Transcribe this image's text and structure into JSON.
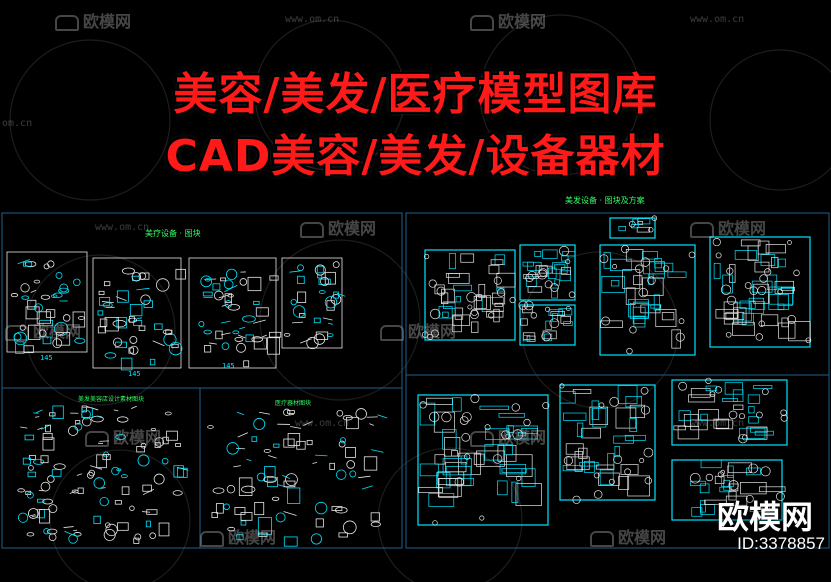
{
  "headline": {
    "line1": "美容/美发/医疗模型图库",
    "line2": "CAD美容/美发/设备器材"
  },
  "watermark": {
    "brand": "欧模网",
    "url": "www.om.cn",
    "short_url": "om.cn"
  },
  "panels": {
    "top_left_title": "美疗设备 · 图块",
    "top_right_title": "美发设备 · 图块及方案",
    "bottom_left_title": "美发美容店设计素材图块",
    "bottom_mid_title": "医疗器材图块"
  },
  "dimension_labels": [
    "145",
    "145",
    "145"
  ],
  "brand_badge": {
    "name": "欧模网",
    "id": "ID:3378857"
  },
  "colors": {
    "headline": "#ff1a1a",
    "cad_lines": "#00e5ff",
    "cad_white": "#e6e6e6",
    "sheet_border": "#1f5f8f",
    "title_green": "#33ff66"
  }
}
